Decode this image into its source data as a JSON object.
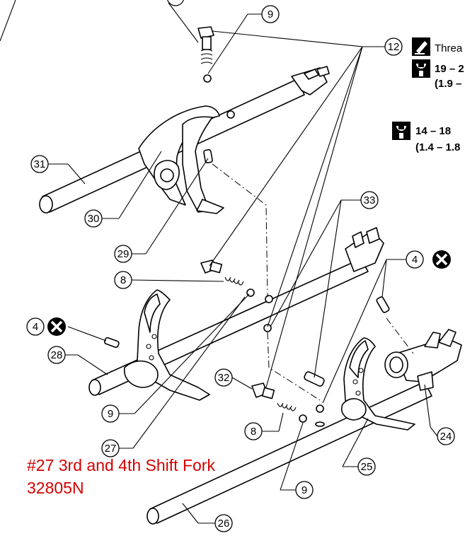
{
  "callouts": {
    "c9_top": "9",
    "c12": "12",
    "c31": "31",
    "c30": "30",
    "c29": "29",
    "c33": "33",
    "c8_mid": "8",
    "c4_right": "4",
    "c4_left": "4",
    "c28": "28",
    "c32": "32",
    "c9_mid": "9",
    "c8_low": "8",
    "c27": "27",
    "c24": "24",
    "c25": "25",
    "c9_low": "9",
    "c26": "26"
  },
  "legend": {
    "thread_label": "Threa",
    "torque1_value": "19 – 2",
    "torque1_sub": "(1.9 –",
    "torque2_value": "14 – 18",
    "torque2_sub": "(1.4 – 1.8"
  },
  "caption": {
    "line1": "#27 3rd and 4th Shift Fork",
    "line2": "32805N"
  },
  "colors": {
    "caption": "#d40000",
    "ink": "#000000",
    "paper": "#ffffff"
  },
  "icons": {
    "thread_locker": "thread-locker-icon",
    "torque_wrench": "torque-wrench-icon",
    "do_not_reuse": "do-not-reuse-icon"
  }
}
